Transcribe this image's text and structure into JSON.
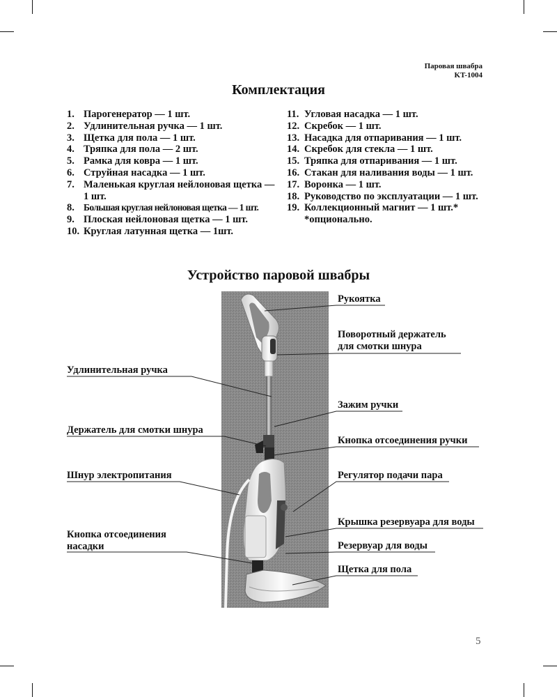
{
  "header": {
    "line1": "Паровая швабра",
    "line2": "KT-1004"
  },
  "kit": {
    "title": "Комплектация",
    "left_items": [
      {
        "num": "1.",
        "text": "Парогенератор — 1 шт."
      },
      {
        "num": "2.",
        "text": "Удлинительная ручка — 1 шт."
      },
      {
        "num": "3.",
        "text": "Щетка для пола — 1 шт."
      },
      {
        "num": "4.",
        "text": "Тряпка для пола — 2 шт."
      },
      {
        "num": "5.",
        "text": "Рамка для ковра — 1 шт."
      },
      {
        "num": "6.",
        "text": "Струйная насадка — 1 шт."
      },
      {
        "num": "7.",
        "text": "Маленькая круглая нейлоновая щетка —",
        "cont": "1 шт."
      },
      {
        "num": "8.",
        "text": "Большая круглая нейлоновая щетка — 1 шт."
      },
      {
        "num": "9.",
        "text": "Плоская нейлоновая щетка — 1 шт."
      },
      {
        "num": "10.",
        "text": "Круглая латунная щетка — 1шт."
      }
    ],
    "right_items": [
      {
        "num": "11.",
        "text": "Угловая насадка — 1 шт."
      },
      {
        "num": "12.",
        "text": "Скребок — 1 шт."
      },
      {
        "num": "13.",
        "text": "Насадка для отпаривания — 1 шт."
      },
      {
        "num": "14.",
        "text": "Скребок для стекла — 1 шт."
      },
      {
        "num": "15.",
        "text": "Тряпка для отпаривания — 1 шт."
      },
      {
        "num": "16.",
        "text": "Стакан для наливания воды — 1 шт."
      },
      {
        "num": "17.",
        "text": "Воронка — 1 шт."
      },
      {
        "num": "18.",
        "text": "Руководство по эксплуатации — 1 шт."
      },
      {
        "num": "19.",
        "text": "Коллекционный магнит — 1 шт.*",
        "cont": "*опционально."
      }
    ]
  },
  "device": {
    "title": "Устройство паровой швабры",
    "labels": {
      "handle": "Рукоятка",
      "cord_holder_rotating_1": "Поворотный держатель",
      "cord_holder_rotating_2": "для смотки шнура",
      "extension_handle": "Удлинительная ручка",
      "handle_clamp": "Зажим ручки",
      "cord_holder": "Держатель для смотки шнура",
      "handle_release_button": "Кнопка отсоединения ручки",
      "power_cord": "Шнур электропитания",
      "steam_regulator": "Регулятор подачи пара",
      "tank_cap": "Крышка резервуара для воды",
      "nozzle_release_1": "Кнопка отсоединения",
      "nozzle_release_2": "насадки",
      "water_tank": "Резервуар для воды",
      "floor_brush": "Щетка для пола"
    }
  },
  "page_number": "5"
}
